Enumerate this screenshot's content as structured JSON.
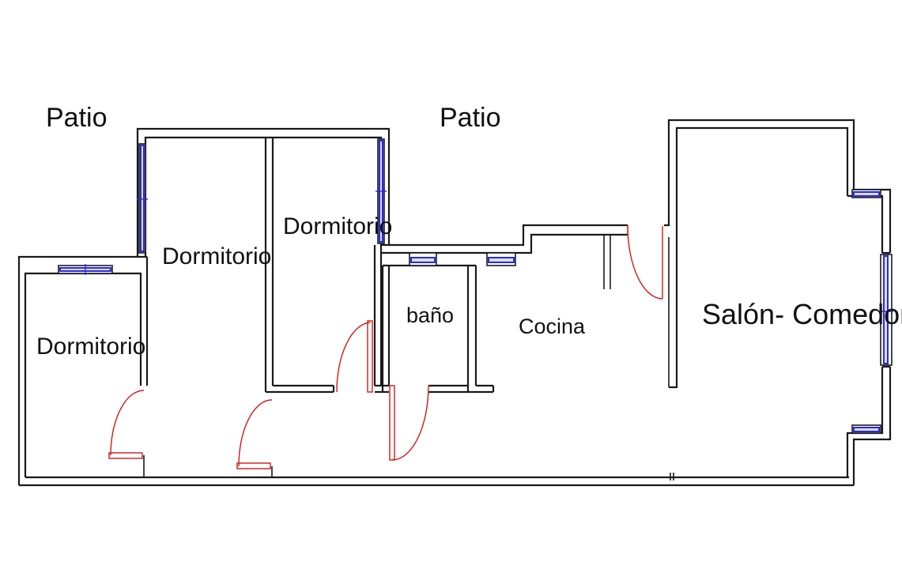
{
  "labels": {
    "patio_left": "Patio",
    "patio_center": "Patio",
    "dormitorio_left": "Dormitorio",
    "dormitorio_middle": "Dormitorio",
    "dormitorio_right": "Dormitorio",
    "bano": "baño",
    "cocina": "Cocina",
    "salon": "Salón- Comedor"
  },
  "colors": {
    "wall": "#1a1a1a",
    "window": "#2a2ad8",
    "door": "#d11a1a"
  }
}
